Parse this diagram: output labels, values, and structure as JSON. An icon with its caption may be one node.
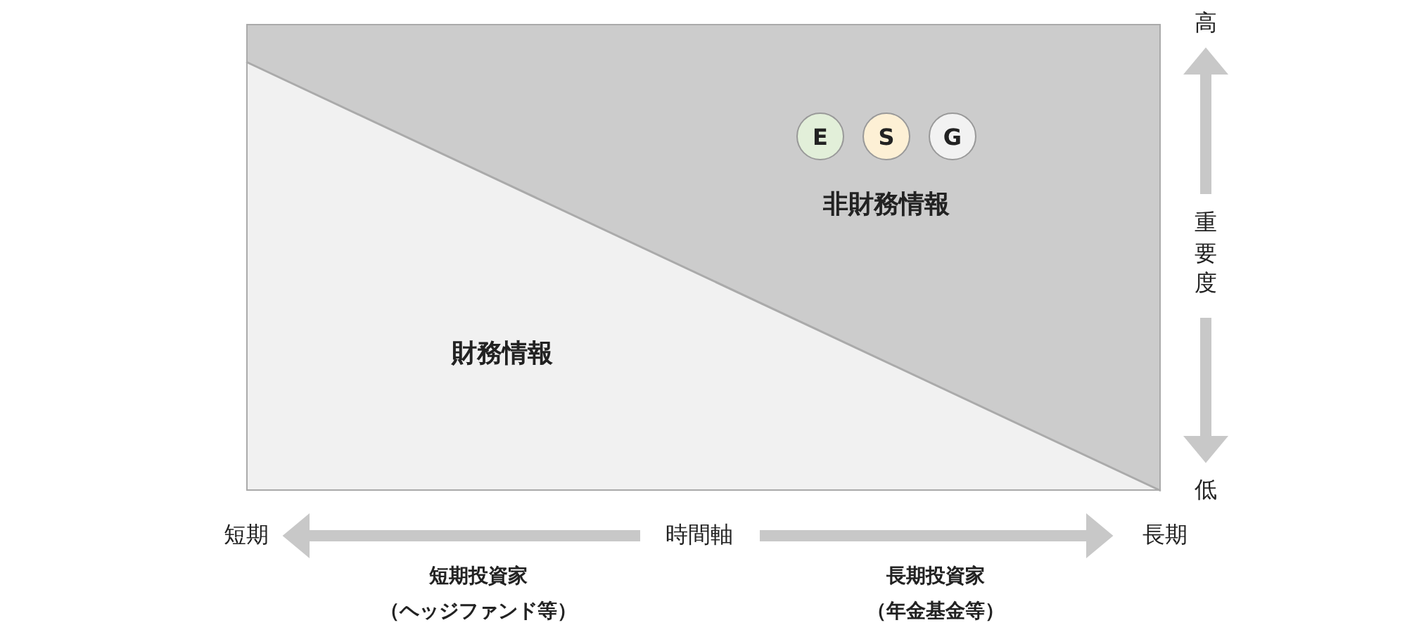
{
  "diagram": {
    "nodes": [
      {
        "text": [
          "非財務情報"
        ]
      },
      {
        "text": [
          "E"
        ],
        "in": 0
      },
      {
        "text": [
          "S"
        ],
        "in": 0
      },
      {
        "text": [
          "G"
        ],
        "in": 0
      },
      {
        "text": [
          "財務情報"
        ]
      }
    ],
    "labels": [
      "高",
      "重要度",
      "低",
      "短期",
      "時間軸",
      "長期",
      "短期投資家",
      "（ヘッジファンド等）",
      "長期投資家",
      "（年金基金等）"
    ]
  }
}
